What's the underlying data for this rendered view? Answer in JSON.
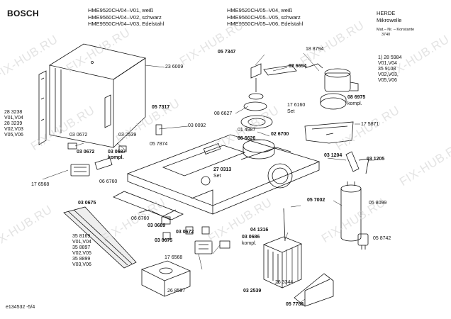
{
  "brand": "BOSCH",
  "header": {
    "col1": [
      "HME9520CH/04–V01, weiß",
      "HME9560CH/04–V02, schwarz",
      "HME9550CH/04–V03, Edelstahl"
    ],
    "col2": [
      "HME9520CH/05–V04, weiß",
      "HME9560CH/05–V05, schwarz",
      "HME9550CH/05–V06, Edelstahl"
    ],
    "category": "HERDE",
    "subcategory": "Mikrowelle",
    "note": "Mat.– Nr. – Konstante",
    "note_value": "3740"
  },
  "part_labels": [
    {
      "id": "p057347",
      "text": "05 7347",
      "bold": true
    },
    {
      "id": "p188794",
      "text": "18 8794",
      "bold": false
    },
    {
      "id": "p026694",
      "text": "02 6694",
      "bold": true
    },
    {
      "id": "p236009",
      "text": "23 6009",
      "bold": false
    },
    {
      "id": "p086975",
      "text": "08 6975",
      "bold": true
    },
    {
      "id": "p086975k",
      "text": "kompl.",
      "bold": false
    },
    {
      "id": "p057317",
      "text": "05 7317",
      "bold": true
    },
    {
      "id": "p176160",
      "text": "17 6160",
      "bold": false
    },
    {
      "id": "p176160s",
      "text": "Set",
      "bold": false
    },
    {
      "id": "p086627",
      "text": "08 6627",
      "bold": false
    },
    {
      "id": "p175871",
      "text": "17 5871",
      "bold": false
    },
    {
      "id": "p030092",
      "text": "03 0092",
      "bold": false
    },
    {
      "id": "p014987",
      "text": "01 4987",
      "bold": false
    },
    {
      "id": "p026700",
      "text": "02 6700",
      "bold": true
    },
    {
      "id": "p086626",
      "text": "08 6626",
      "bold": true
    },
    {
      "id": "p030672a",
      "text": "03 0672",
      "bold": false
    },
    {
      "id": "p032539a",
      "text": "03 2539",
      "bold": false
    },
    {
      "id": "p057874",
      "text": "05 7874",
      "bold": false
    },
    {
      "id": "p030672b",
      "text": "03 0672",
      "bold": true
    },
    {
      "id": "p030687",
      "text": "03 0687",
      "bold": true
    },
    {
      "id": "p030687k",
      "text": "kompl.",
      "bold": true
    },
    {
      "id": "p031204",
      "text": "03 1204",
      "bold": true
    },
    {
      "id": "p031205",
      "text": "03 1205",
      "bold": true
    },
    {
      "id": "p270313",
      "text": "27 0313",
      "bold": true
    },
    {
      "id": "p270313s",
      "text": "Set",
      "bold": false
    },
    {
      "id": "p176568a",
      "text": "17 6568",
      "bold": false
    },
    {
      "id": "p066760a",
      "text": "06 6760",
      "bold": false
    },
    {
      "id": "p030675a",
      "text": "03 0675",
      "bold": true
    },
    {
      "id": "p057002",
      "text": "05 7002",
      "bold": true
    },
    {
      "id": "p058099",
      "text": "05 8099",
      "bold": false
    },
    {
      "id": "p066760b",
      "text": "06 6760",
      "bold": false
    },
    {
      "id": "p030689",
      "text": "03 0689",
      "bold": true
    },
    {
      "id": "p030672c",
      "text": "03 0672",
      "bold": true
    },
    {
      "id": "p041316",
      "text": "04 1316",
      "bold": true
    },
    {
      "id": "p030686",
      "text": "03 0686",
      "bold": true
    },
    {
      "id": "p030686k",
      "text": "kompl.",
      "bold": false
    },
    {
      "id": "p030675b",
      "text": "03 0675",
      "bold": true
    },
    {
      "id": "p058742",
      "text": "05 8742",
      "bold": false
    },
    {
      "id": "p176568b",
      "text": "17 6568",
      "bold": false
    },
    {
      "id": "p268597",
      "text": "26 8597",
      "bold": false
    },
    {
      "id": "p263344",
      "text": "26 3344",
      "bold": false
    },
    {
      "id": "p032539b",
      "text": "03 2539",
      "bold": true
    },
    {
      "id": "p057786",
      "text": "05 7786",
      "bold": true
    }
  ],
  "stacks": {
    "left_top": [
      "28 3238",
      "V01,V04",
      "28 3239",
      "V02,V03",
      "V05,V06"
    ],
    "right_top": [
      "1) 28 5984",
      "V01,V04",
      "35 9108",
      "V02,V03,",
      "V05,V06"
    ],
    "left_bottom": [
      "35 8169",
      "V01,V04",
      "35 8897",
      "V02,V05",
      "35 8899",
      "V03,V06"
    ]
  },
  "footer": "e134532 -5/4",
  "watermark": "FIX-HUB.RU"
}
